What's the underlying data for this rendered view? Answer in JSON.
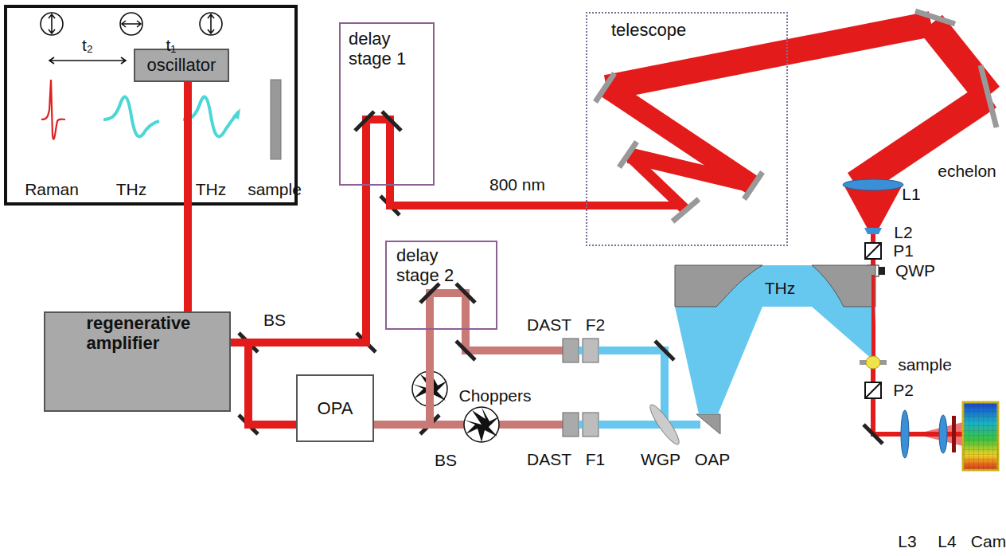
{
  "diagram": {
    "nodes": [
      {
        "text": [
          "oscillator"
        ]
      },
      {
        "text": [
          "regenerative amplifier"
        ]
      },
      {
        "text": [
          "OPA"
        ]
      },
      {
        "text": [
          "delay stage 1"
        ]
      },
      {
        "text": [
          "delay stage 2"
        ]
      },
      {
        "text": [
          "telescope"
        ]
      }
    ],
    "edges": [
      {
        "from": 0,
        "to": 1,
        "arrow": "none"
      },
      {
        "from": 1,
        "to": 2,
        "arrow": "none"
      },
      {
        "from": 1,
        "to": 3,
        "arrow": "none"
      },
      {
        "from": 2,
        "to": 4,
        "arrow": "none"
      },
      {
        "from": 3,
        "to": 5,
        "arrow": "none"
      }
    ],
    "labels": [
      "t₂",
      "t₁",
      "Raman",
      "THz",
      "THz",
      "sample",
      "BS",
      "800 nm",
      "Choppers",
      "BS",
      "DAST",
      "F2",
      "DAST",
      "F1",
      "WGP",
      "OAP",
      "echelon",
      "L1",
      "L2",
      "P1",
      "QWP",
      "THz",
      "sample",
      "P2",
      "L3",
      "L4",
      "Cam"
    ]
  }
}
